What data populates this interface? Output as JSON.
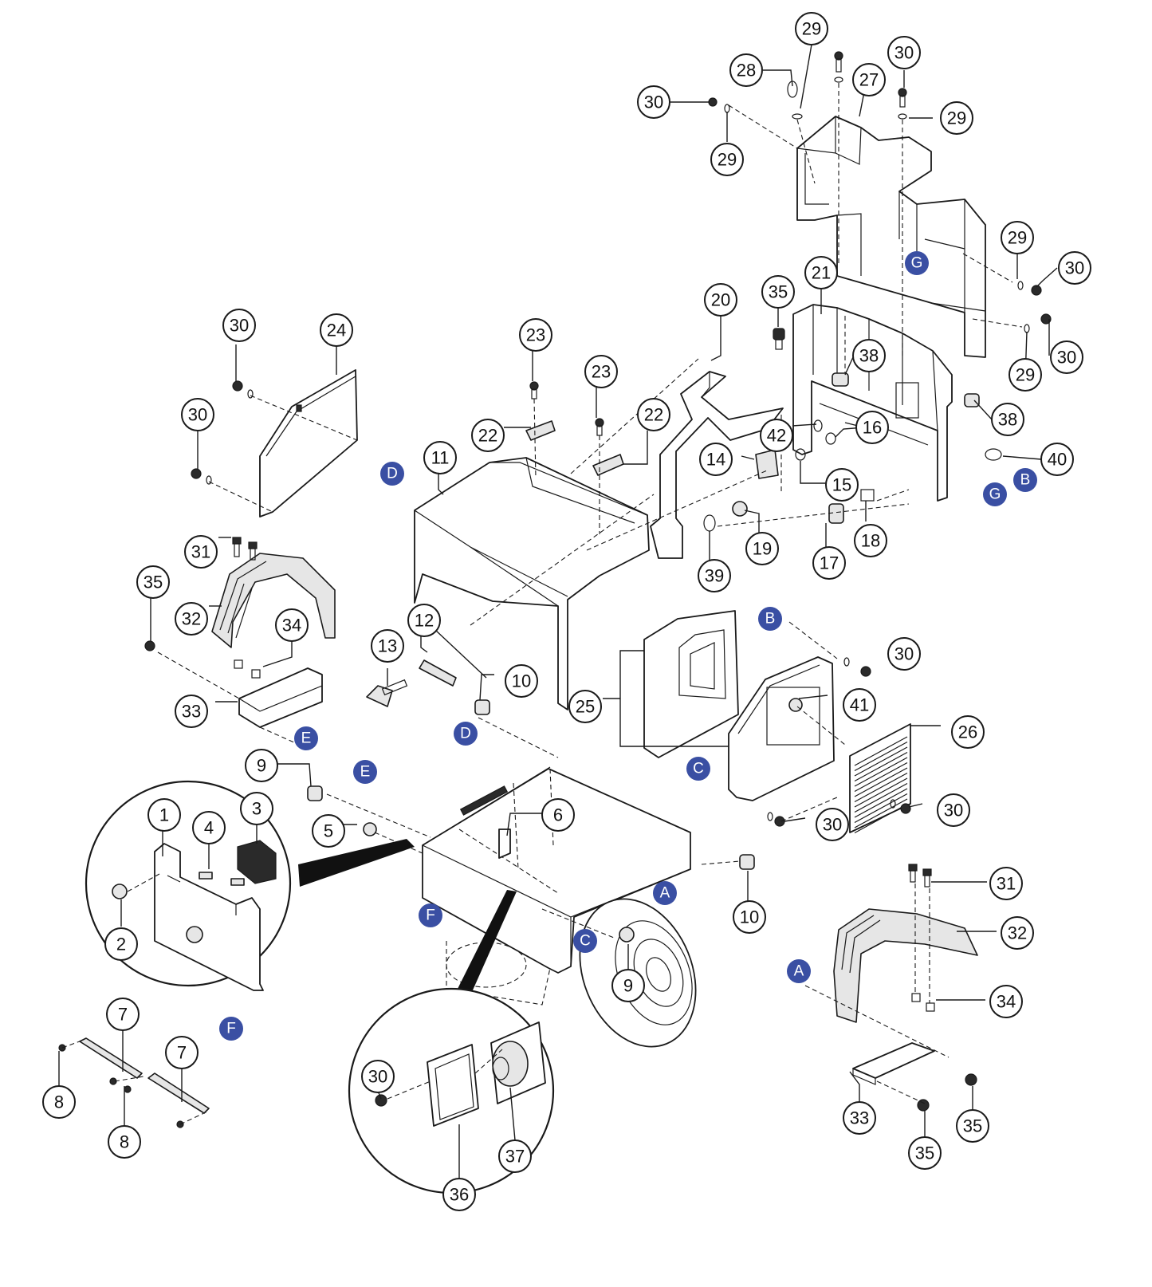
{
  "colors": {
    "line": "#1a1a1a",
    "marker": "#3a4fa3",
    "background": "#ffffff"
  },
  "balloons": [
    {
      "id": "b30a",
      "text": "30"
    },
    {
      "id": "b29a",
      "text": "29"
    },
    {
      "id": "b28",
      "text": "28"
    },
    {
      "id": "b29b",
      "text": "29"
    },
    {
      "id": "b30b",
      "text": "30"
    },
    {
      "id": "b27",
      "text": "27"
    },
    {
      "id": "b29c",
      "text": "29"
    },
    {
      "id": "b29d",
      "text": "29"
    },
    {
      "id": "b30c",
      "text": "30"
    },
    {
      "id": "b21",
      "text": "21"
    },
    {
      "id": "b35a",
      "text": "35"
    },
    {
      "id": "b20",
      "text": "20"
    },
    {
      "id": "b30d",
      "text": "30"
    },
    {
      "id": "b29e",
      "text": "29"
    },
    {
      "id": "b38a",
      "text": "38"
    },
    {
      "id": "b38b",
      "text": "38"
    },
    {
      "id": "b16",
      "text": "16"
    },
    {
      "id": "b42",
      "text": "42"
    },
    {
      "id": "b14",
      "text": "14"
    },
    {
      "id": "b40",
      "text": "40"
    },
    {
      "id": "b15",
      "text": "15"
    },
    {
      "id": "b18",
      "text": "18"
    },
    {
      "id": "b17",
      "text": "17"
    },
    {
      "id": "b19",
      "text": "19"
    },
    {
      "id": "b39",
      "text": "39"
    },
    {
      "id": "b30e",
      "text": "30"
    },
    {
      "id": "b24",
      "text": "24"
    },
    {
      "id": "b30f",
      "text": "30"
    },
    {
      "id": "b23a",
      "text": "23"
    },
    {
      "id": "b23b",
      "text": "23"
    },
    {
      "id": "b22a",
      "text": "22"
    },
    {
      "id": "b22b",
      "text": "22"
    },
    {
      "id": "b11",
      "text": "11"
    },
    {
      "id": "b31a",
      "text": "31"
    },
    {
      "id": "b35b",
      "text": "35"
    },
    {
      "id": "b32a",
      "text": "32"
    },
    {
      "id": "b34a",
      "text": "34"
    },
    {
      "id": "b33a",
      "text": "33"
    },
    {
      "id": "b12",
      "text": "12"
    },
    {
      "id": "b13",
      "text": "13"
    },
    {
      "id": "b10a",
      "text": "10"
    },
    {
      "id": "b25",
      "text": "25"
    },
    {
      "id": "b30g",
      "text": "30"
    },
    {
      "id": "b41",
      "text": "41"
    },
    {
      "id": "b26",
      "text": "26"
    },
    {
      "id": "b30h",
      "text": "30"
    },
    {
      "id": "b30i",
      "text": "30"
    },
    {
      "id": "b9a",
      "text": "9"
    },
    {
      "id": "b5",
      "text": "5"
    },
    {
      "id": "b6",
      "text": "6"
    },
    {
      "id": "b10b",
      "text": "10"
    },
    {
      "id": "b1",
      "text": "1"
    },
    {
      "id": "b4",
      "text": "4"
    },
    {
      "id": "b3",
      "text": "3"
    },
    {
      "id": "b2",
      "text": "2"
    },
    {
      "id": "b9b",
      "text": "9"
    },
    {
      "id": "b7a",
      "text": "7"
    },
    {
      "id": "b7b",
      "text": "7"
    },
    {
      "id": "b8a",
      "text": "8"
    },
    {
      "id": "b8b",
      "text": "8"
    },
    {
      "id": "b30j",
      "text": "30"
    },
    {
      "id": "b37",
      "text": "37"
    },
    {
      "id": "b36",
      "text": "36"
    },
    {
      "id": "b31b",
      "text": "31"
    },
    {
      "id": "b32b",
      "text": "32"
    },
    {
      "id": "b34b",
      "text": "34"
    },
    {
      "id": "b33b",
      "text": "33"
    },
    {
      "id": "b35c",
      "text": "35"
    },
    {
      "id": "b35d",
      "text": "35"
    }
  ],
  "markers": [
    {
      "id": "mG1",
      "text": "G"
    },
    {
      "id": "mG2",
      "text": "G"
    },
    {
      "id": "mB1",
      "text": "B"
    },
    {
      "id": "mB2",
      "text": "B"
    },
    {
      "id": "mD1",
      "text": "D"
    },
    {
      "id": "mD2",
      "text": "D"
    },
    {
      "id": "mE1",
      "text": "E"
    },
    {
      "id": "mE2",
      "text": "E"
    },
    {
      "id": "mC1",
      "text": "C"
    },
    {
      "id": "mC2",
      "text": "C"
    },
    {
      "id": "mA1",
      "text": "A"
    },
    {
      "id": "mA2",
      "text": "A"
    },
    {
      "id": "mF1",
      "text": "F"
    },
    {
      "id": "mF2",
      "text": "F"
    }
  ]
}
